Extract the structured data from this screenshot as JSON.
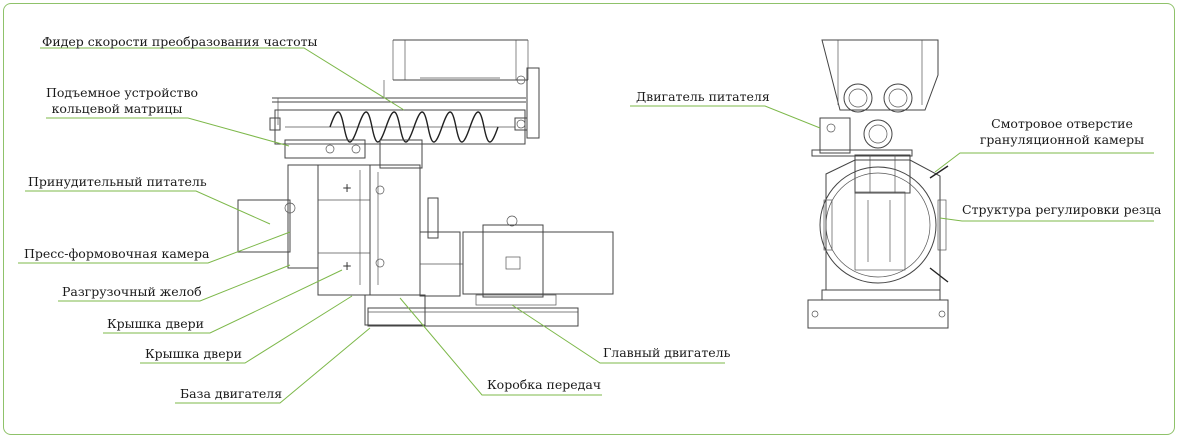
{
  "accent_color": "#7db84a",
  "labels": {
    "feeder_speed": "Фидер скорости преобразования частоты",
    "ring_die_lift_1": "Подъемное устройство",
    "ring_die_lift_2": "кольцевой матрицы",
    "forced_feeder": "Принудительный питатель",
    "press_chamber": "Пресс-формовочная камера",
    "discharge_chute": "Разгрузочный желоб",
    "door_cover_1": "Крышка двери",
    "door_cover_2": "Крышка двери",
    "motor_base": "База двигателя",
    "gearbox": "Коробка передач",
    "main_motor": "Главный двигатель",
    "feeder_motor": "Двигатель питателя",
    "inspection_hole_1": "Смотровое отверстие",
    "inspection_hole_2": "грануляционной камеры",
    "cutter_adjust": "Структура регулировки резца"
  }
}
